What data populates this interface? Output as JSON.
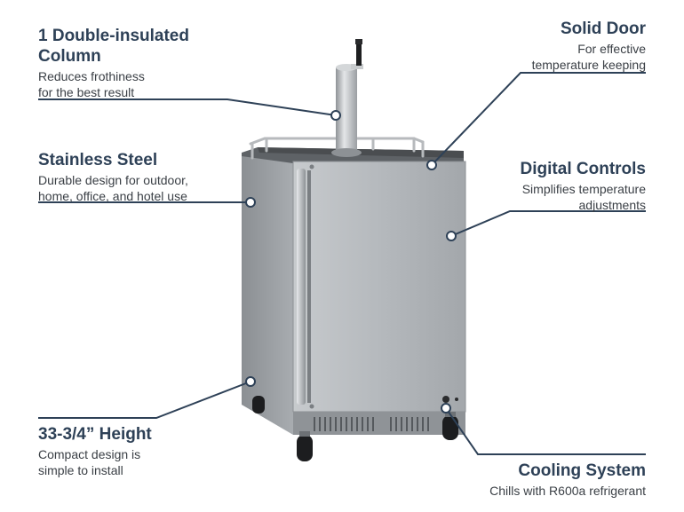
{
  "features": [
    {
      "id": "column",
      "title": "1 Double-insulated Column",
      "desc_lines": [
        "Reduces frothiness",
        "for the best result"
      ]
    },
    {
      "id": "solid-door",
      "title": "Solid Door",
      "desc_lines": [
        "For effective",
        "temperature keeping"
      ]
    },
    {
      "id": "stainless",
      "title": "Stainless Steel",
      "desc_lines": [
        "Durable design for outdoor,",
        "home, office, and hotel use"
      ]
    },
    {
      "id": "digital",
      "title": "Digital Controls",
      "desc_lines": [
        "Simplifies temperature",
        "adjustments"
      ]
    },
    {
      "id": "height",
      "title": "33-3/4” Height",
      "desc_lines": [
        "Compact design is",
        "simple to install"
      ]
    },
    {
      "id": "cooling",
      "title": "Cooling System",
      "desc_lines": [
        "Chills with R600a refrigerant"
      ]
    }
  ],
  "colors": {
    "accent": "#2e4157",
    "line": "#2e4157",
    "steel": "#a9adb1"
  }
}
